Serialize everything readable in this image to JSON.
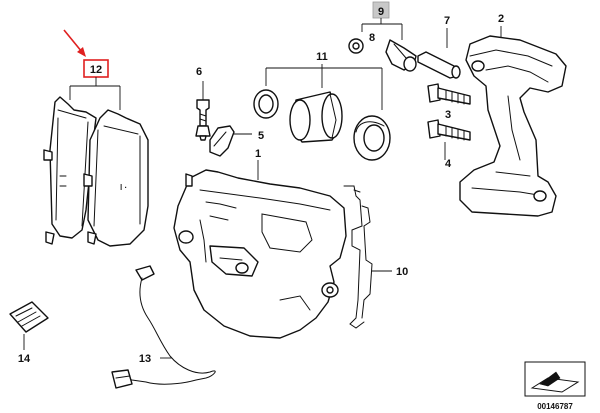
{
  "diagram": {
    "highlight_color": "#e02020",
    "badge_color": "#c8c8c8",
    "callouts": [
      {
        "id": "12",
        "label": "12",
        "highlighted": true
      },
      {
        "id": "9",
        "label": "9",
        "badge": true
      },
      {
        "id": "7",
        "label": "7"
      },
      {
        "id": "2",
        "label": "2"
      },
      {
        "id": "8",
        "label": "8"
      },
      {
        "id": "6",
        "label": "6"
      },
      {
        "id": "11",
        "label": "11"
      },
      {
        "id": "3",
        "label": "3"
      },
      {
        "id": "5",
        "label": "5"
      },
      {
        "id": "1",
        "label": "1"
      },
      {
        "id": "4",
        "label": "4"
      },
      {
        "id": "10",
        "label": "10"
      },
      {
        "id": "14",
        "label": "14"
      },
      {
        "id": "13",
        "label": "13"
      }
    ],
    "drawing_code": "00146787",
    "icons": [
      "arrow-icon",
      "wedge-icon"
    ]
  }
}
